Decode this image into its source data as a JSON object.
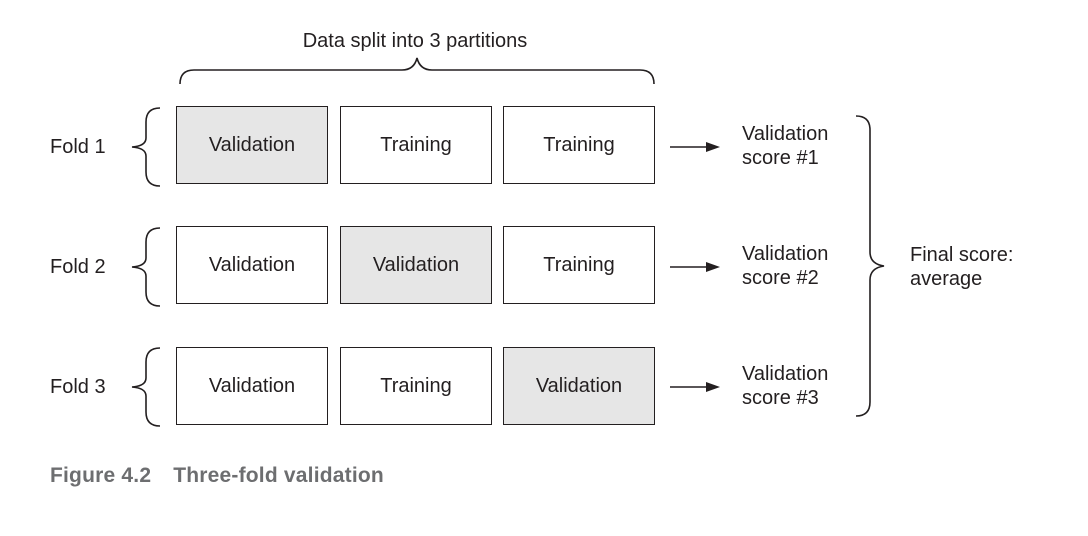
{
  "top_label": "Data split into 3 partitions",
  "folds": [
    {
      "label": "Fold 1",
      "boxes": [
        {
          "text": "Validation",
          "highlighted": true
        },
        {
          "text": "Training",
          "highlighted": false
        },
        {
          "text": "Training",
          "highlighted": false
        }
      ],
      "score_line1": "Validation",
      "score_line2": "score #1"
    },
    {
      "label": "Fold 2",
      "boxes": [
        {
          "text": "Validation",
          "highlighted": false
        },
        {
          "text": "Validation",
          "highlighted": true
        },
        {
          "text": "Training",
          "highlighted": false
        }
      ],
      "score_line1": "Validation",
      "score_line2": "score #2"
    },
    {
      "label": "Fold 3",
      "boxes": [
        {
          "text": "Validation",
          "highlighted": false
        },
        {
          "text": "Training",
          "highlighted": false
        },
        {
          "text": "Validation",
          "highlighted": true
        }
      ],
      "score_line1": "Validation",
      "score_line2": "score #3"
    }
  ],
  "final_line1": "Final score:",
  "final_line2": "average",
  "caption": {
    "number": "Figure 4.2",
    "title": "Three-fold validation"
  },
  "colors": {
    "highlight_fill": "#e6e6e6",
    "stroke": "#231f20",
    "caption": "#6d6e70"
  }
}
